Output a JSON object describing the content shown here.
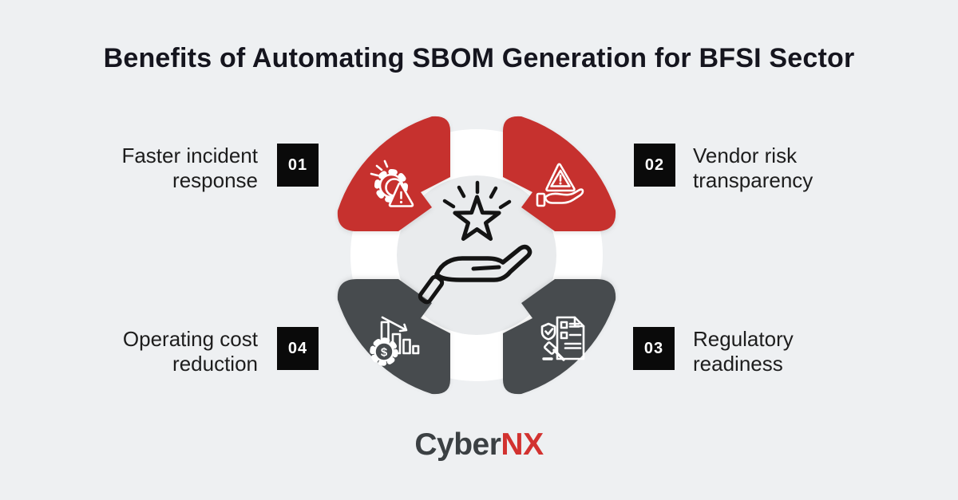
{
  "title": "Benefits of Automating SBOM Generation for BFSI Sector",
  "brand": {
    "part1": "Cyber",
    "part2": "NX"
  },
  "colors": {
    "background": "#eef0f2",
    "red": "#c6312e",
    "dark_gray": "#474b4e",
    "badge_background": "#0a0a0a",
    "badge_text": "#ffffff",
    "ring": "#ffffff",
    "inner_circle": "#e9ebed",
    "icon_stroke": "#ffffff",
    "center_icon": "#141414",
    "title_text": "#15151e",
    "label_text": "#1d1d1d",
    "brand_primary": "#3b4043",
    "brand_accent": "#d23230"
  },
  "benefits": [
    {
      "number": "01",
      "line1": "Faster incident",
      "line2": "response",
      "icon": "incident-response-icon",
      "position": "top-left"
    },
    {
      "number": "02",
      "line1": "Vendor risk",
      "line2": "transparency",
      "icon": "vendor-risk-icon",
      "position": "top-right"
    },
    {
      "number": "03",
      "line1": "Regulatory",
      "line2": "readiness",
      "icon": "regulatory-readiness-icon",
      "position": "bottom-right"
    },
    {
      "number": "04",
      "line1": "Operating cost",
      "line2": "reduction",
      "icon": "cost-reduction-icon",
      "position": "bottom-left"
    }
  ],
  "center_icon": "hand-presenting-star-icon",
  "icons": {
    "dollar_glyph": "$"
  }
}
